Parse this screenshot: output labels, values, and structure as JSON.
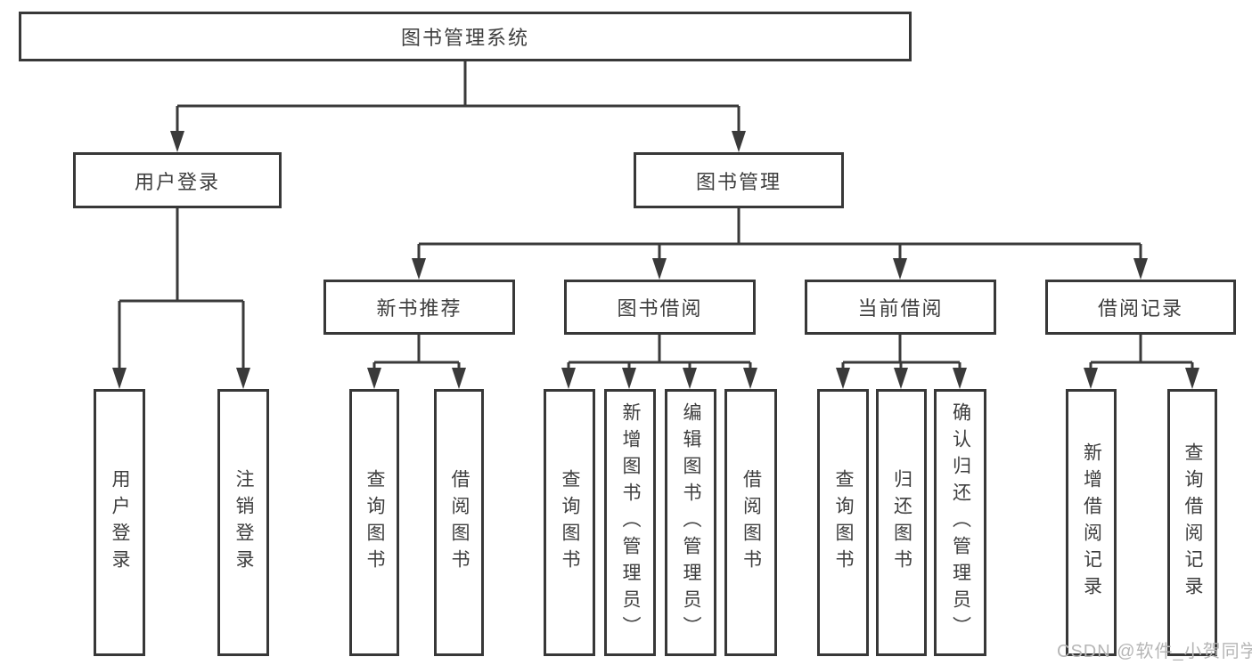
{
  "tree": {
    "label": "图书管理系统",
    "children": [
      {
        "label": "用户登录",
        "children": [
          {
            "label": "用户登录"
          },
          {
            "label": "注销登录"
          }
        ]
      },
      {
        "label": "图书管理",
        "children": [
          {
            "label": "新书推荐",
            "children": [
              {
                "label": "查询图书"
              },
              {
                "label": "借阅图书"
              }
            ]
          },
          {
            "label": "图书借阅",
            "children": [
              {
                "label": "查询图书"
              },
              {
                "label": "新增图书（管理员）"
              },
              {
                "label": "编辑图书（管理员）"
              },
              {
                "label": "借阅图书"
              }
            ]
          },
          {
            "label": "当前借阅",
            "children": [
              {
                "label": "查询图书"
              },
              {
                "label": "归还图书"
              },
              {
                "label": "确认归还（管理员）"
              }
            ]
          },
          {
            "label": "借阅记录",
            "children": [
              {
                "label": "新增借阅记录"
              },
              {
                "label": "查询借阅记录"
              }
            ]
          }
        ]
      }
    ]
  },
  "watermark": {
    "text": "CSDN @软件_小贺同学"
  },
  "colors": {
    "line": "#3a3a3a",
    "box_border": "#383838",
    "text": "#3e3e3e",
    "watermark": "#b6b6b6",
    "background": "#ffffff"
  }
}
